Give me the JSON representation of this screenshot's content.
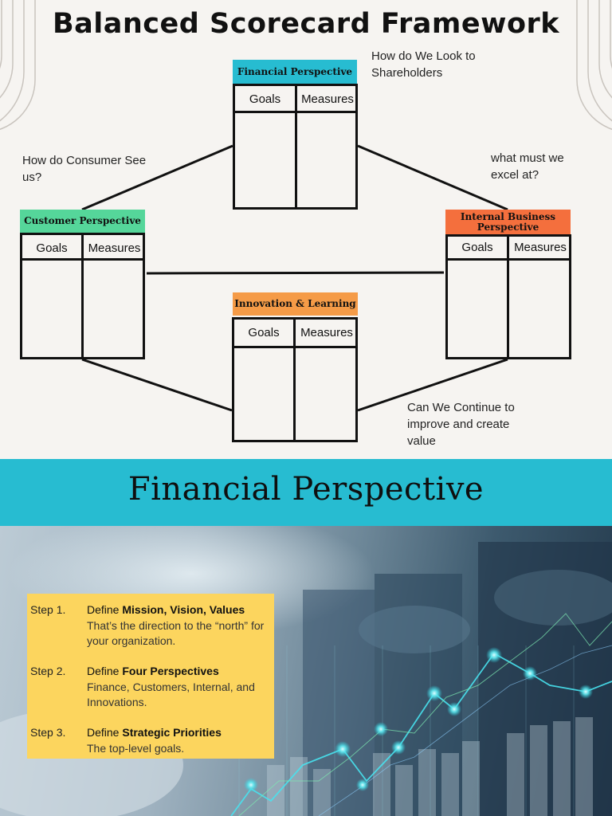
{
  "title": "Balanced Scorecard Framework",
  "perspectives": {
    "financial": {
      "label": "Financial Perspective",
      "question": "How do We Look to Shareholders",
      "col1": "Goals",
      "col2": "Measures"
    },
    "customer": {
      "label": "Customer Perspective",
      "question": "How do Consumer See us?",
      "col1": "Goals",
      "col2": "Measures"
    },
    "internal": {
      "label": "Internal Business Perspective",
      "question": "what must we excel at?",
      "col1": "Goals",
      "col2": "Measures"
    },
    "innovation": {
      "label": "Innovation & Learning",
      "question": "Can We Continue to improve and create value",
      "col1": "Goals",
      "col2": "Measures"
    }
  },
  "banner": {
    "title": "Financial Perspective"
  },
  "steps": [
    {
      "num": "Step 1.",
      "verb": "Define",
      "bold": "Mission, Vision, Values",
      "desc": "That’s the direction to the “north” for your organization."
    },
    {
      "num": "Step 2.",
      "verb": "Define",
      "bold": "Four Perspectives",
      "desc": "Finance, Customers, Internal, and Innovations."
    },
    {
      "num": "Step 3.",
      "verb": "Define",
      "bold": "Strategic Priorities",
      "desc": "The top-level goals."
    }
  ],
  "colors": {
    "financial_header": "#27bcd1",
    "customer_header": "#55d69a",
    "internal_header": "#f46f3d",
    "innovation_header": "#f59b47",
    "banner": "#27bcd1",
    "steps_card": "#fcd55e"
  }
}
